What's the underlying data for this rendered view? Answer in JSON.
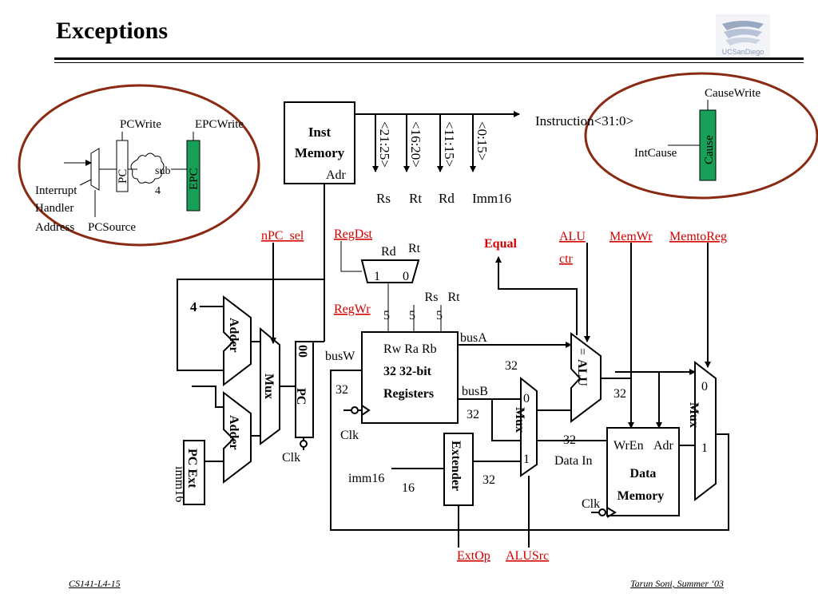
{
  "header": {
    "title": "Exceptions"
  },
  "logo": {
    "text": "UCSanDiego",
    "color": "#8a9bb5"
  },
  "footer": {
    "left": "CS141-L4-15",
    "right": "Tarun Soni, Summer ‘03"
  },
  "colors": {
    "oval": "#8b2a12",
    "epc": "#18a058",
    "cause": "#18a058",
    "red_label": "#d40000"
  },
  "left_oval": {
    "pcwrite": "PCWrite",
    "epcwrite": "EPCWrite",
    "pc": "PC",
    "epc": "EPC",
    "sub": "sub",
    "four": "4",
    "interrupt": "Interrupt",
    "handler": "Handler",
    "address": "Address",
    "pcsource": "PCSource"
  },
  "right_oval": {
    "causewrite": "CauseWrite",
    "cause": "Cause",
    "intcause": "IntCause"
  },
  "inst_memory": {
    "line1": "Inst",
    "line2": "Memory",
    "adr": "Adr"
  },
  "instruction": "Instruction<31:0>",
  "fields": [
    {
      "bits": "<21:25>",
      "name": "Rs"
    },
    {
      "bits": "<16:20>",
      "name": "Rt"
    },
    {
      "bits": "<11:15>",
      "name": "Rd"
    },
    {
      "bits": "<0:15>",
      "name": "Imm16"
    }
  ],
  "control": {
    "npc_sel": "nPC_sel",
    "regdst": "RegDst",
    "regwr": "RegWr",
    "equal": "Equal",
    "alu": "ALU",
    "ctr": "ctr",
    "memwr": "MemWr",
    "memtoreg": "MemtoReg",
    "extop": "ExtOp",
    "alusrc": "ALUSrc"
  },
  "regdst_mux": {
    "rd": "Rd",
    "rt": "Rt",
    "one": "1",
    "zero": "0"
  },
  "registers": {
    "rs": "Rs",
    "rt": "Rt",
    "five": "5",
    "ports": "Rw Ra Rb",
    "line1": "32 32-bit",
    "line2": "Registers",
    "busa": "busA",
    "busb": "busB",
    "busw": "busW",
    "width": "32",
    "clk": "Clk"
  },
  "pc_logic": {
    "four": "4",
    "adder": "Adder",
    "mux": "Mux",
    "zero0": "00",
    "pc": "PC",
    "clk": "Clk",
    "pcext": "PC Ext",
    "imm16": "imm16"
  },
  "extender": {
    "label": "Extender",
    "imm16": "imm16",
    "sixteen": "16",
    "width": "32"
  },
  "alusrc_mux": {
    "zero": "0",
    "one": "1",
    "mux": "Mux"
  },
  "alu": {
    "label": "ALU",
    "eq": "=",
    "out": "32"
  },
  "data_memory": {
    "wren": "WrEn",
    "adr": "Adr",
    "line1": "Data",
    "line2": "Memory",
    "datain": "Data In",
    "width": "32",
    "clk": "Clk"
  },
  "out_mux": {
    "zero": "0",
    "one": "1",
    "mux": "Mux"
  }
}
